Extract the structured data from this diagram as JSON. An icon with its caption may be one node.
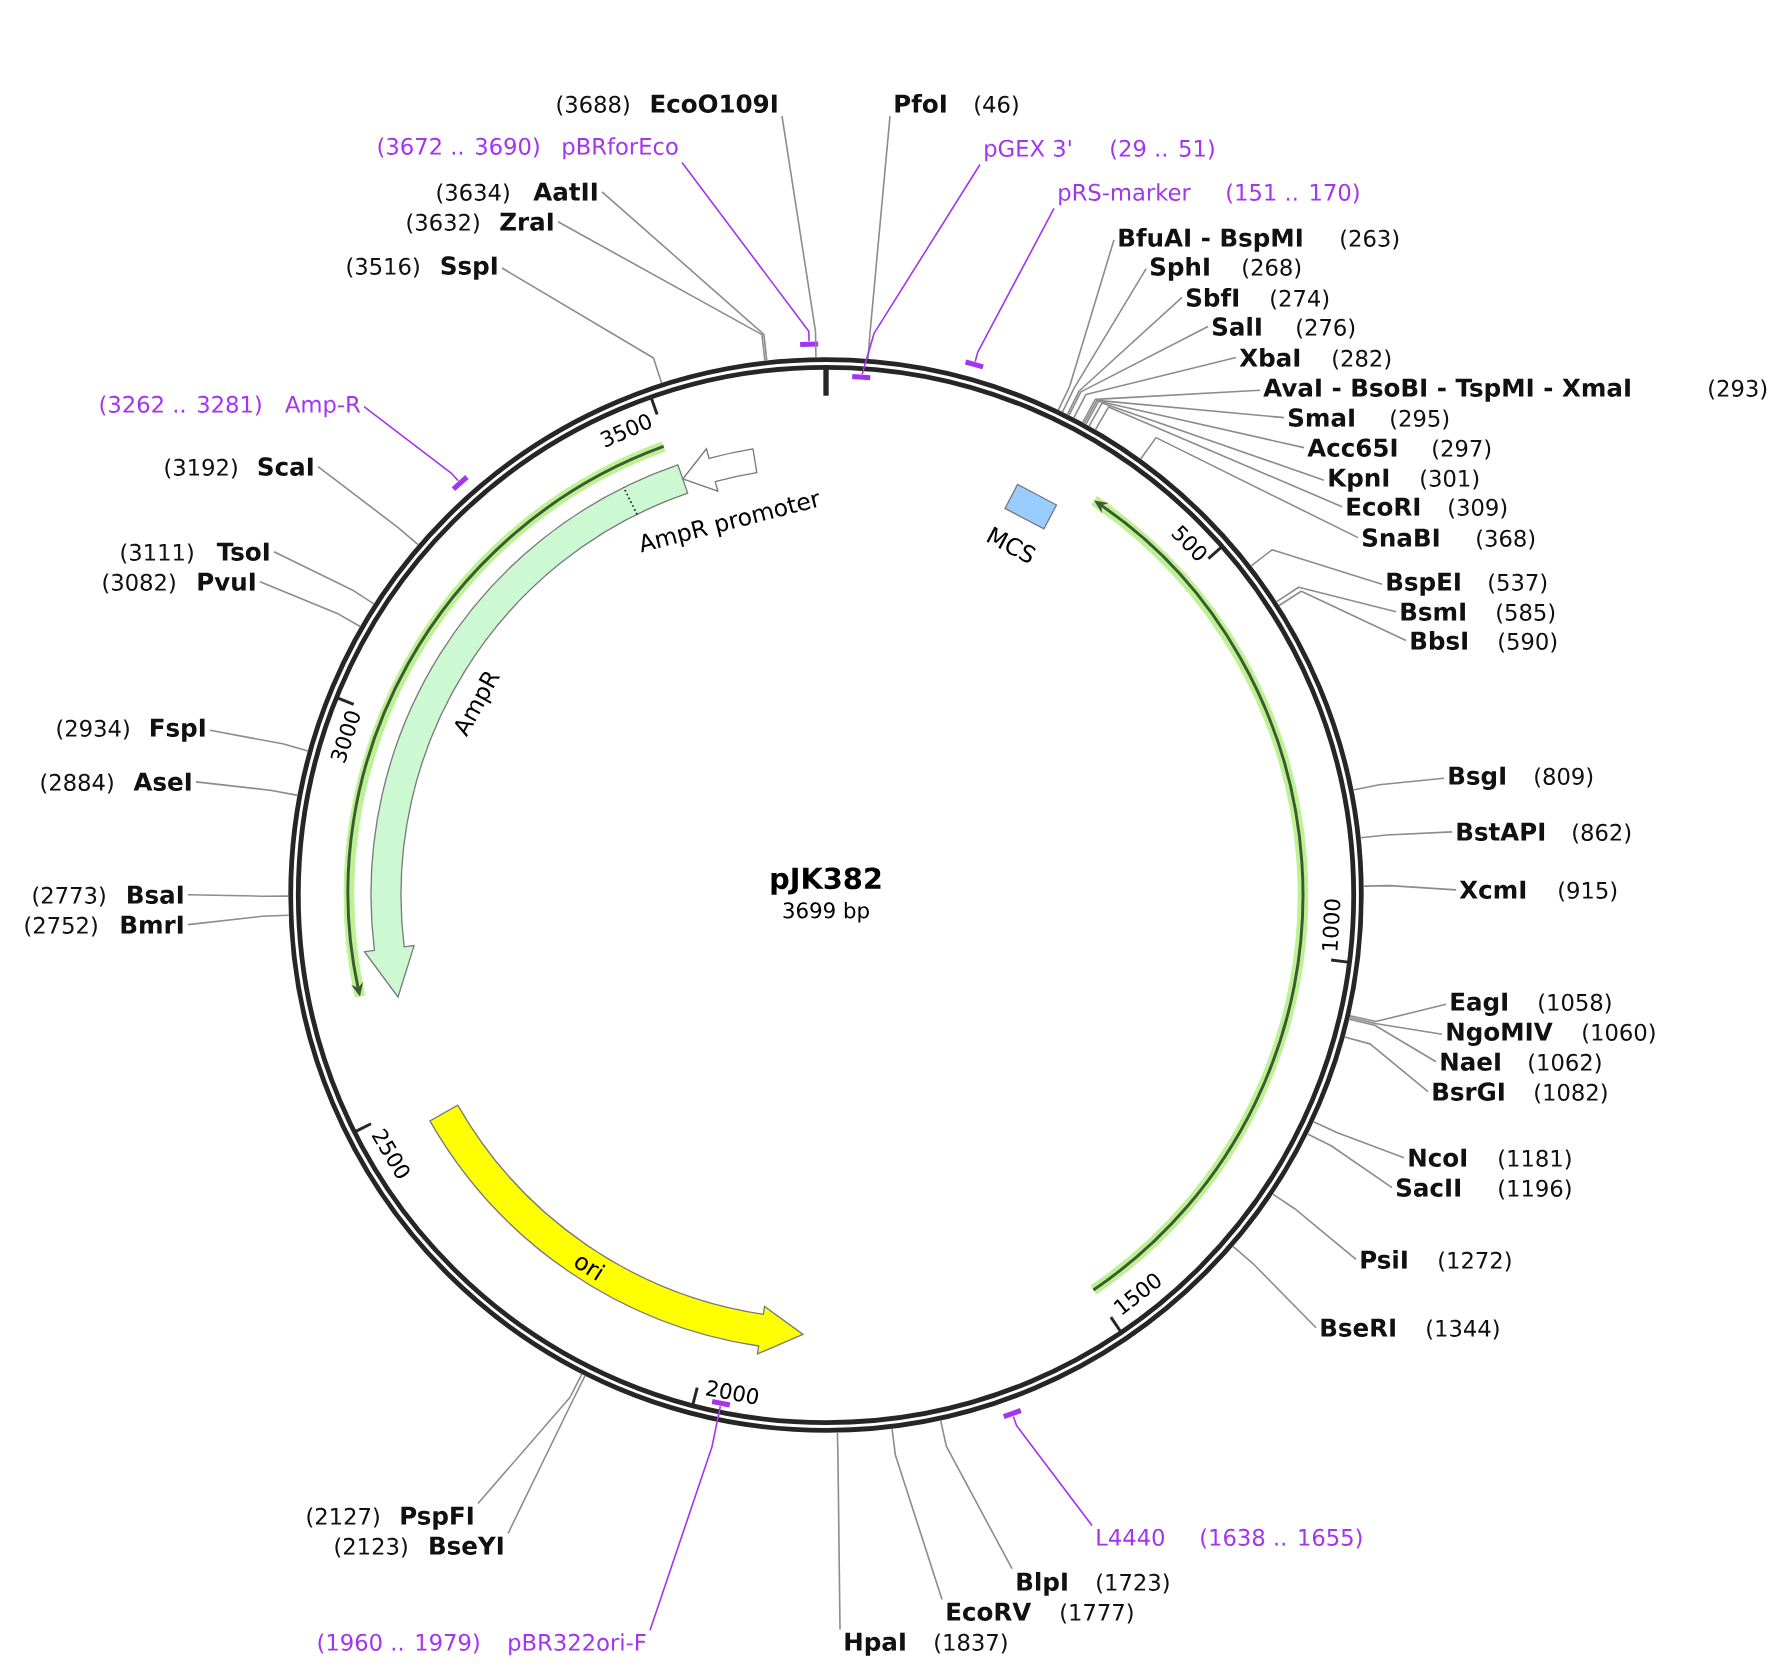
{
  "diagram": {
    "nodes": [
      {
        "text": [
          "pJK382",
          "3699 bp"
        ]
      },
      {
        "text": [
          "AmpR promoter"
        ],
        "in": 0
      },
      {
        "text": [
          "MCS"
        ],
        "in": 0
      },
      {
        "text": [
          "AmpR"
        ],
        "in": 0
      },
      {
        "text": [
          "ori"
        ],
        "in": 0
      },
      {
        "text": [
          "PfoI",
          "(46)"
        ]
      },
      {
        "text": [
          "pGEX 3'",
          "(29 .. 51)"
        ]
      },
      {
        "text": [],
        "shape": "bar",
        "in": 0
      },
      {
        "text": [
          "pRS-marker",
          "(151 .. 170)"
        ]
      },
      {
        "text": [],
        "shape": "bar"
      },
      {
        "text": [
          "BfuAI - BspMI",
          "(263)"
        ]
      },
      {
        "text": [
          "SphI",
          "(268)"
        ]
      },
      {
        "text": [
          "SbfI",
          "(274)"
        ]
      },
      {
        "text": [
          "SalI",
          "(276)"
        ]
      },
      {
        "text": [
          "XbaI",
          "(282)"
        ]
      },
      {
        "text": [
          "AvaI - BsoBI - TspMI - XmaI",
          "(293)"
        ]
      },
      {
        "text": [
          "SmaI",
          "(295)"
        ]
      },
      {
        "text": [
          "Acc65I",
          "(297)"
        ]
      },
      {
        "text": [
          "KpnI",
          "(301)"
        ]
      },
      {
        "text": [
          "EcoRI",
          "(309)"
        ]
      },
      {
        "text": [
          "SnaBI",
          "(368)"
        ]
      },
      {
        "text": [
          "BspEI",
          "(537)"
        ]
      },
      {
        "text": [
          "BsmI",
          "(585)"
        ]
      },
      {
        "text": [
          "BbsI",
          "(590)"
        ]
      },
      {
        "text": [
          "BsgI",
          "(809)"
        ]
      },
      {
        "text": [
          "BstAPI",
          "(862)"
        ]
      },
      {
        "text": [
          "XcmI",
          "(915)"
        ]
      },
      {
        "text": [
          "EagI",
          "(1058)"
        ]
      },
      {
        "text": [
          "NgoMIV",
          "(1060)"
        ]
      },
      {
        "text": [
          "NaeI",
          "(1062)"
        ]
      },
      {
        "text": [
          "BsrGI",
          "(1082)"
        ]
      },
      {
        "text": [
          "NcoI",
          "(1181)"
        ]
      },
      {
        "text": [
          "SacII",
          "(1196)"
        ]
      },
      {
        "text": [
          "PsiI",
          "(1272)"
        ]
      },
      {
        "text": [
          "BseRI",
          "(1344)"
        ]
      },
      {
        "text": [
          "L4440",
          "(1638 .. 1655)"
        ]
      },
      {
        "text": [],
        "shape": "bar"
      },
      {
        "text": [
          "BlpI",
          "(1723)"
        ]
      },
      {
        "text": [
          "EcoRV",
          "(1777)"
        ]
      },
      {
        "text": [
          "HpaI",
          "(1837)"
        ]
      },
      {
        "text": [
          "(1960 .. 1979)",
          "pBR322ori-F"
        ]
      },
      {
        "text": [],
        "shape": "bar",
        "in": 0
      },
      {
        "text": [
          "(2123)",
          "BseYI"
        ]
      },
      {
        "text": [
          "(2127)",
          "PspFI"
        ]
      },
      {
        "text": [
          "(2752)",
          "BmrI"
        ]
      },
      {
        "text": [
          "(2773)",
          "BsaI"
        ]
      },
      {
        "text": [
          "(2884)",
          "AseI"
        ]
      },
      {
        "text": [
          "(2934)",
          "FspI"
        ]
      },
      {
        "text": [
          "(3082)",
          "PvuI"
        ]
      },
      {
        "text": [
          "(3111)",
          "TsoI"
        ]
      },
      {
        "text": [
          "(3192)",
          "ScaI"
        ]
      },
      {
        "text": [
          "(3262 .. 3281)",
          "Amp-R"
        ]
      },
      {
        "text": [],
        "shape": "bar"
      },
      {
        "text": [
          "(3516)",
          "SspI"
        ]
      },
      {
        "text": [
          "(3632)",
          "ZraI"
        ]
      },
      {
        "text": [
          "(3634)",
          "AatII"
        ]
      },
      {
        "text": [
          "(3672 .. 3690)",
          "pBRforEco"
        ]
      },
      {
        "text": [],
        "shape": "bar"
      },
      {
        "text": [
          "(3688)",
          "EcoO109I"
        ]
      }
    ],
    "edges": [
      {
        "from": 5,
        "to": 0,
        "arrow": "none"
      },
      {
        "from": 6,
        "to": 7,
        "arrow": "none",
        "color": "#a335f0"
      },
      {
        "from": 8,
        "to": 9,
        "arrow": "none",
        "color": "#a335f0"
      },
      {
        "from": 10,
        "to": 0,
        "arrow": "none"
      },
      {
        "from": 11,
        "to": 0,
        "arrow": "none"
      },
      {
        "from": 12,
        "to": 0,
        "arrow": "none"
      },
      {
        "from": 13,
        "to": 0,
        "arrow": "none"
      },
      {
        "from": 14,
        "to": 0,
        "arrow": "none"
      },
      {
        "from": 15,
        "to": 0,
        "arrow": "none"
      },
      {
        "from": 16,
        "to": 0,
        "arrow": "none"
      },
      {
        "from": 17,
        "to": 0,
        "arrow": "none"
      },
      {
        "from": 18,
        "to": 0,
        "arrow": "none"
      },
      {
        "from": 19,
        "to": 0,
        "arrow": "none"
      },
      {
        "from": 20,
        "to": 0,
        "arrow": "none"
      },
      {
        "from": 21,
        "to": 0,
        "arrow": "none"
      },
      {
        "from": 22,
        "to": 0,
        "arrow": "none"
      },
      {
        "from": 23,
        "to": 0,
        "arrow": "none"
      },
      {
        "from": 24,
        "to": 0,
        "arrow": "none"
      },
      {
        "from": 25,
        "to": 0,
        "arrow": "none"
      },
      {
        "from": 26,
        "to": 0,
        "arrow": "none"
      },
      {
        "from": 27,
        "to": 0,
        "arrow": "none"
      },
      {
        "from": 28,
        "to": 0,
        "arrow": "none"
      },
      {
        "from": 29,
        "to": 0,
        "arrow": "none"
      },
      {
        "from": 30,
        "to": 0,
        "arrow": "none"
      },
      {
        "from": 31,
        "to": 0,
        "arrow": "none"
      },
      {
        "from": 32,
        "to": 0,
        "arrow": "none"
      },
      {
        "from": 33,
        "to": 0,
        "arrow": "none"
      },
      {
        "from": 34,
        "to": 0,
        "arrow": "none"
      },
      {
        "from": 35,
        "to": 36,
        "arrow": "none",
        "color": "#a335f0"
      },
      {
        "from": 37,
        "to": 0,
        "arrow": "none"
      },
      {
        "from": 38,
        "to": 0,
        "arrow": "none"
      },
      {
        "from": 39,
        "to": 0,
        "arrow": "none"
      },
      {
        "from": 40,
        "to": 41,
        "arrow": "none",
        "color": "#a335f0"
      },
      {
        "from": 42,
        "to": 0,
        "arrow": "none"
      },
      {
        "from": 43,
        "to": 0,
        "arrow": "none"
      },
      {
        "from": 44,
        "to": 0,
        "arrow": "none"
      },
      {
        "from": 45,
        "to": 0,
        "arrow": "none"
      },
      {
        "from": 46,
        "to": 0,
        "arrow": "none"
      },
      {
        "from": 47,
        "to": 0,
        "arrow": "none"
      },
      {
        "from": 48,
        "to": 0,
        "arrow": "none"
      },
      {
        "from": 49,
        "to": 0,
        "arrow": "none"
      },
      {
        "from": 50,
        "to": 0,
        "arrow": "none"
      },
      {
        "from": 51,
        "to": 52,
        "arrow": "none",
        "color": "#a335f0"
      },
      {
        "from": 53,
        "to": 0,
        "arrow": "none"
      },
      {
        "from": 54,
        "to": 0,
        "arrow": "none"
      },
      {
        "from": 55,
        "to": 0,
        "arrow": "none"
      },
      {
        "from": 56,
        "to": 57,
        "arrow": "none",
        "color": "#a335f0"
      },
      {
        "from": 58,
        "to": 0,
        "arrow": "none"
      }
    ],
    "labels": [
      "500",
      "1000",
      "1500",
      "2000",
      "2500",
      "3000",
      "3500"
    ]
  }
}
